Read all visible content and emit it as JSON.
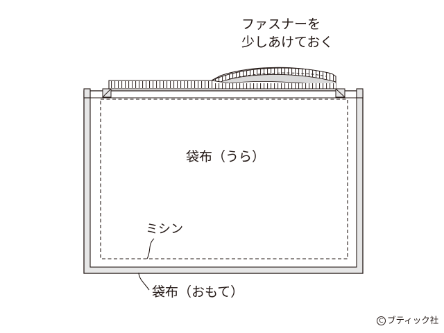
{
  "labels": {
    "zipper_line1": "ファスナーを",
    "zipper_line2": "少しあけておく",
    "bag_back": "袋布（うら）",
    "stitch": "ミシン",
    "bag_front": "袋布（おもて）"
  },
  "copyright": {
    "symbol": "C",
    "publisher": "ブティック社"
  },
  "colors": {
    "line": "#231815",
    "outer_fill": "#e6e6e6",
    "zipper_fill": "#d9d9d9",
    "background": "#ffffff"
  }
}
